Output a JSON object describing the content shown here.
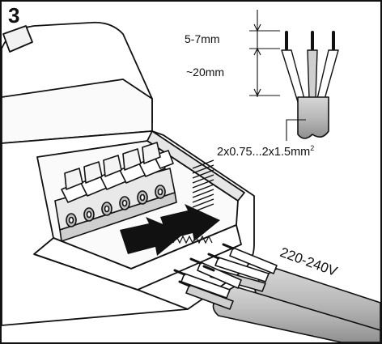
{
  "step_number": "3",
  "labels": {
    "strip_length": "5-7mm",
    "sheath_length": "~20mm",
    "cable_spec_base": "2x0.75...2x1.5mm",
    "cable_spec_sup": "2",
    "voltage": "220-240V"
  },
  "icons": {
    "terminal_block": "terminal-block-icon",
    "arrows": "insertion-arrow-icon",
    "cable": "cable-icon"
  },
  "colors": {
    "line": "#111111",
    "cable_gray": "#bdbdbd",
    "conductor_light": "#cfcfcf",
    "housing": "#ffffff"
  }
}
